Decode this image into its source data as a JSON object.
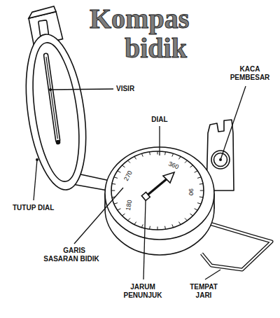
{
  "diagram": {
    "title": "Kompas bidik",
    "labels": [
      "VISIR",
      "KACA PEMBESAR",
      "DIAL",
      "270",
      "360",
      "90",
      "180",
      "TUTUP DIAL",
      "GARIS SASARAN BIDIK",
      "JARUM PENUNJUK",
      "TEMPAT JARI"
    ]
  }
}
